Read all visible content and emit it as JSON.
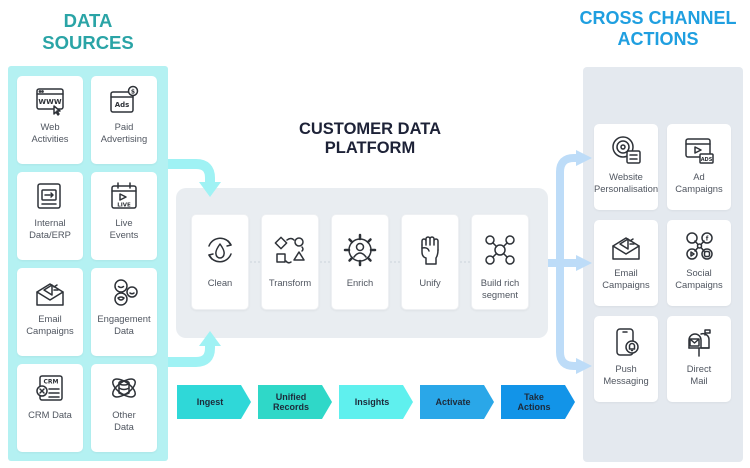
{
  "headings": {
    "data_sources": "DATA\nSOURCES",
    "cdp": "CUSTOMER DATA\nPLATFORM",
    "cross_channel": "CROSS CHANNEL\nACTIONS"
  },
  "data_sources": [
    {
      "label": "Web\nActivities",
      "icon": "web-browser-icon"
    },
    {
      "label": "Paid\nAdvertising",
      "icon": "ads-icon"
    },
    {
      "label": "Internal\nData/ERP",
      "icon": "database-window-icon"
    },
    {
      "label": "Live\nEvents",
      "icon": "live-calendar-icon"
    },
    {
      "label": "Email\nCampaigns",
      "icon": "megaphone-mail-icon"
    },
    {
      "label": "Engagement\nData",
      "icon": "reactions-icon"
    },
    {
      "label": "CRM Data",
      "icon": "crm-icon"
    },
    {
      "label": "Other\nData",
      "icon": "data-orbit-icon"
    }
  ],
  "cdp_steps": [
    {
      "label": "Clean",
      "icon": "drop-cycle-icon"
    },
    {
      "label": "Transform",
      "icon": "shapes-cycle-icon"
    },
    {
      "label": "Enrich",
      "icon": "user-gear-icon"
    },
    {
      "label": "Unify",
      "icon": "raised-fist-icon"
    },
    {
      "label": "Build rich\nsegment",
      "icon": "user-network-icon"
    }
  ],
  "cross_channel": [
    {
      "label": "Website\nPersonalisation",
      "icon": "target-dashboard-icon"
    },
    {
      "label": "Ad\nCampaigns",
      "icon": "video-ads-icon"
    },
    {
      "label": "Email\nCampaigns",
      "icon": "megaphone-mail-icon"
    },
    {
      "label": "Social\nCampaigns",
      "icon": "social-network-icon"
    },
    {
      "label": "Push\nMessaging",
      "icon": "phone-notification-icon"
    },
    {
      "label": "Direct\nMail",
      "icon": "mailbox-icon"
    }
  ],
  "pipeline": [
    {
      "label": "Ingest",
      "color": "#2fd8d8"
    },
    {
      "label": "Unified\nRecords",
      "color": "#2fd8c8"
    },
    {
      "label": "Insights",
      "color": "#5ff0ee"
    },
    {
      "label": "Activate",
      "color": "#2aa7e8"
    },
    {
      "label": "Take\nActions",
      "color": "#1294e8"
    }
  ],
  "colors": {
    "data_sources_panel": "#b4f1f2",
    "data_sources_heading": "#2aa4a6",
    "cdp_heading": "#1d2237",
    "cross_channel_heading": "#1f9fe0",
    "cdp_panel": "#e9edf1",
    "cross_channel_panel": "#e4e9ef",
    "inflow_arrow": "#9ff2f4",
    "outflow_arrow": "#bddcf8"
  }
}
